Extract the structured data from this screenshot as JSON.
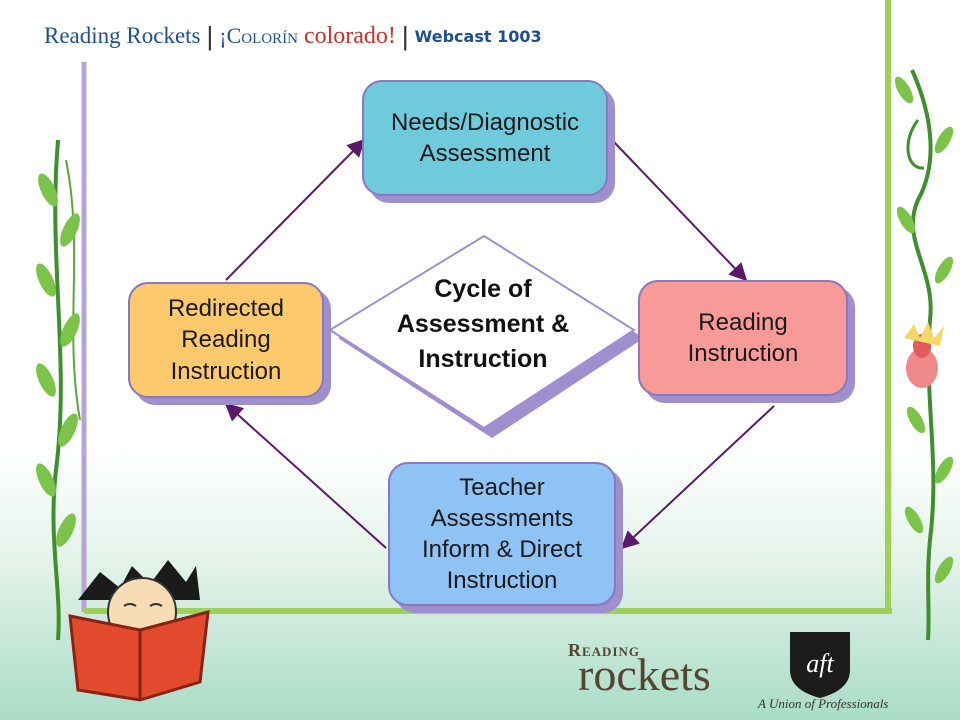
{
  "header": {
    "brand": "Reading Rockets",
    "separator": "|",
    "colorin": "¡Colorín",
    "colorado": "colorado!",
    "webcast": "Webcast 1003"
  },
  "diagram": {
    "center": "Cycle of\nAssessment &\nInstruction",
    "nodes": {
      "needs": "Needs/Diagnostic\nAssessment",
      "reading": "Reading\nInstruction",
      "teacher": "Teacher\nAssessments\nInform & Direct\nInstruction",
      "redirected": "Redirected\nReading\nInstruction"
    },
    "colors": {
      "needs": "#6fcbdc",
      "reading": "#f89b98",
      "teacher": "#8fc2f5",
      "redirected": "#fcc96d",
      "arrow": "#5a1a6a",
      "shadow": "#a08fce"
    }
  },
  "footer": {
    "rr_top": "Reading",
    "rr_bottom": "rockets",
    "aft_logo": "aft",
    "aft_tagline": "A Union of Professionals"
  }
}
